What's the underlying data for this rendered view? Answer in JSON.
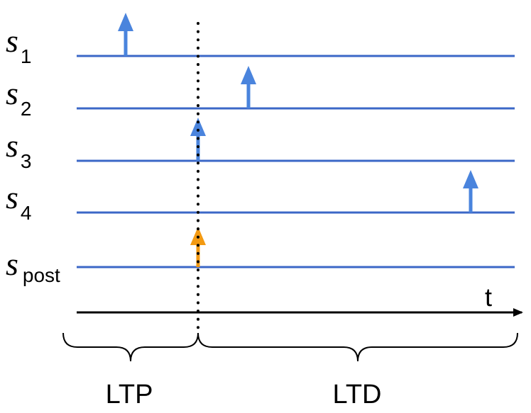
{
  "colors": {
    "line": "#3b67c7",
    "pre_spike": "#4a84dd",
    "post_spike": "#f39a12",
    "axis": "#000000"
  },
  "trains": [
    {
      "main": "s",
      "sub": "1",
      "spike_kind": "pre"
    },
    {
      "main": "s",
      "sub": "2",
      "spike_kind": "pre"
    },
    {
      "main": "s",
      "sub": "3",
      "spike_kind": "pre"
    },
    {
      "main": "s",
      "sub": "4",
      "spike_kind": "pre"
    },
    {
      "main": "s",
      "sub": "post",
      "spike_kind": "post"
    }
  ],
  "time_axis": {
    "label": "t"
  },
  "regions": [
    {
      "label": "LTP"
    },
    {
      "label": "LTD"
    }
  ]
}
